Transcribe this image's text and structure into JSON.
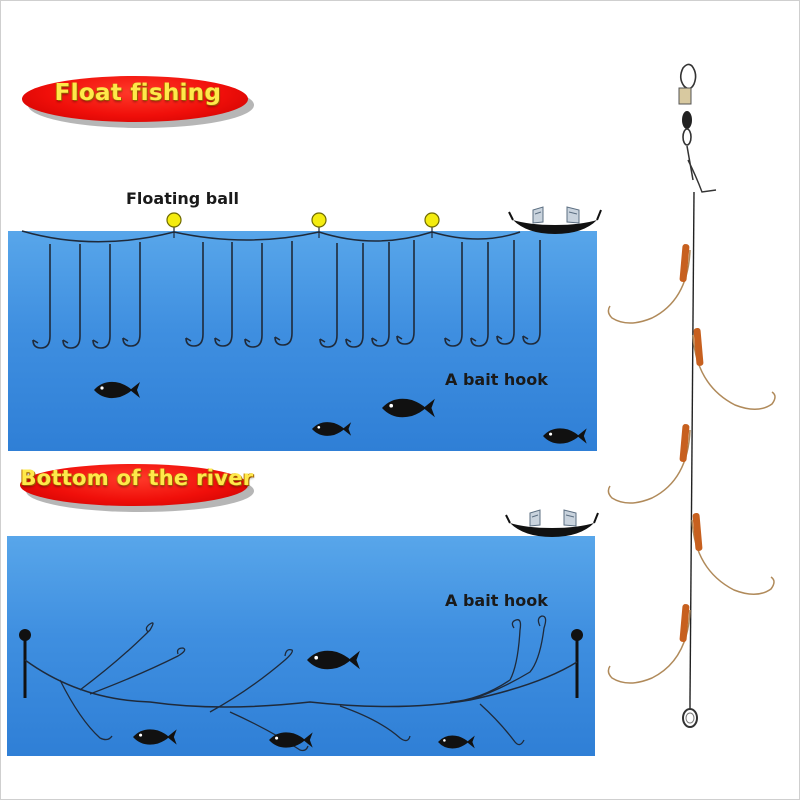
{
  "float_section": {
    "title": "Float fishing",
    "floating_ball_label": "Floating ball",
    "bait_hook_label": "A bait hook"
  },
  "bottom_section": {
    "title": "Bottom of the river",
    "bait_hook_label": "A bait hook"
  },
  "colors": {
    "banner_red": "#f00f0a",
    "banner_text": "#ffe94a",
    "water": "#3f8fe0",
    "float_ball": "#f4ec10",
    "line": "#1f2a3a"
  }
}
